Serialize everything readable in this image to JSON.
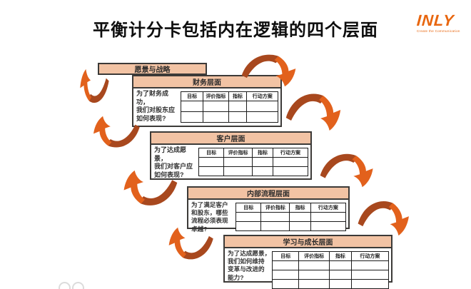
{
  "title": "平衡计分卡包括内在逻辑的四个层面",
  "logo": {
    "name": "INLY",
    "tagline": "Create the Communication"
  },
  "colors": {
    "salmon": "#F2C3A4",
    "border": "#3C3A38",
    "arrow_bright": "#E2611C",
    "arrow_dark": "#A8481E",
    "logo_orange": "#E8660F"
  },
  "vision_box": {
    "label": "愿景与战略"
  },
  "table_headers": [
    "目标",
    "评价指标",
    "指标",
    "行动方案"
  ],
  "perspectives": [
    {
      "title": "财务层面",
      "question": "为了财务成功，\n我们对股东应\n如何表现?",
      "empty_rows": 2
    },
    {
      "title": "客户层面",
      "question": "为了达成愿景，\n我们对客户应\n如何表现?",
      "empty_rows": 2
    },
    {
      "title": "内部流程层面",
      "question": "为了满足客户\n和股东，哪些\n流程必须表现\n卓越?",
      "empty_rows": 2
    },
    {
      "title": "学习与成长层面",
      "question": "为了达成愿景，\n我们如何维持\n变革与改进的\n能力?",
      "empty_rows": 3
    }
  ]
}
